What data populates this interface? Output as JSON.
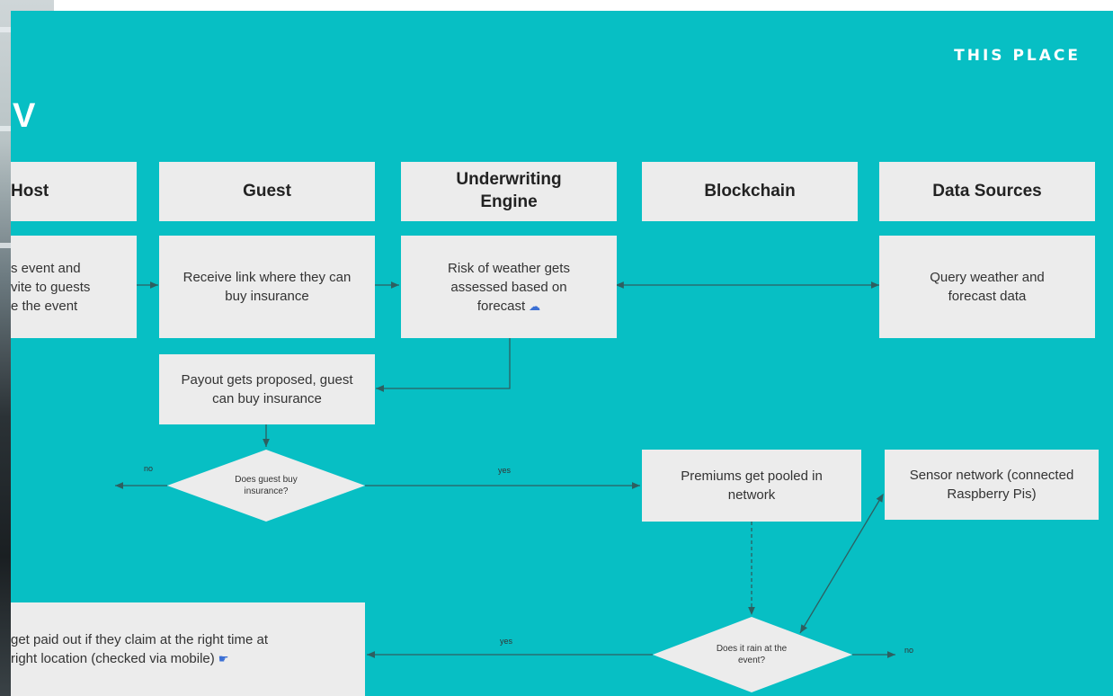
{
  "brand": "THIS PLACE",
  "title_fragment": "V",
  "lanes": {
    "host": "Host",
    "guest": "Guest",
    "underwriting": "Underwriting Engine",
    "blockchain": "Blockchain",
    "data_sources": "Data Sources"
  },
  "steps": {
    "host_event": "s event and\nvite to guests\ne the event",
    "guest_link": "Receive link where they can buy insurance",
    "risk": "Risk of weather gets assessed based on forecast",
    "query_weather": "Query weather and forecast data",
    "payout": "Payout gets proposed, guest can buy insurance",
    "pooled": "Premiums get pooled in network",
    "sensor": "Sensor network (connected Raspberry Pis)",
    "paid_out": "get paid out if they claim at the right time at\nright location (checked via mobile)"
  },
  "decisions": {
    "buy": "Does guest buy insurance?",
    "rain": "Does it rain at the event?"
  },
  "edge_labels": {
    "buy_no": "no",
    "buy_yes": "yes",
    "rain_yes": "yes",
    "rain_no": "no"
  },
  "icons": {
    "risk_icon": "cloud-icon",
    "paid_icon": "pointing-hand-icon"
  },
  "colors": {
    "background": "#07bfc4",
    "box": "#ececec"
  }
}
